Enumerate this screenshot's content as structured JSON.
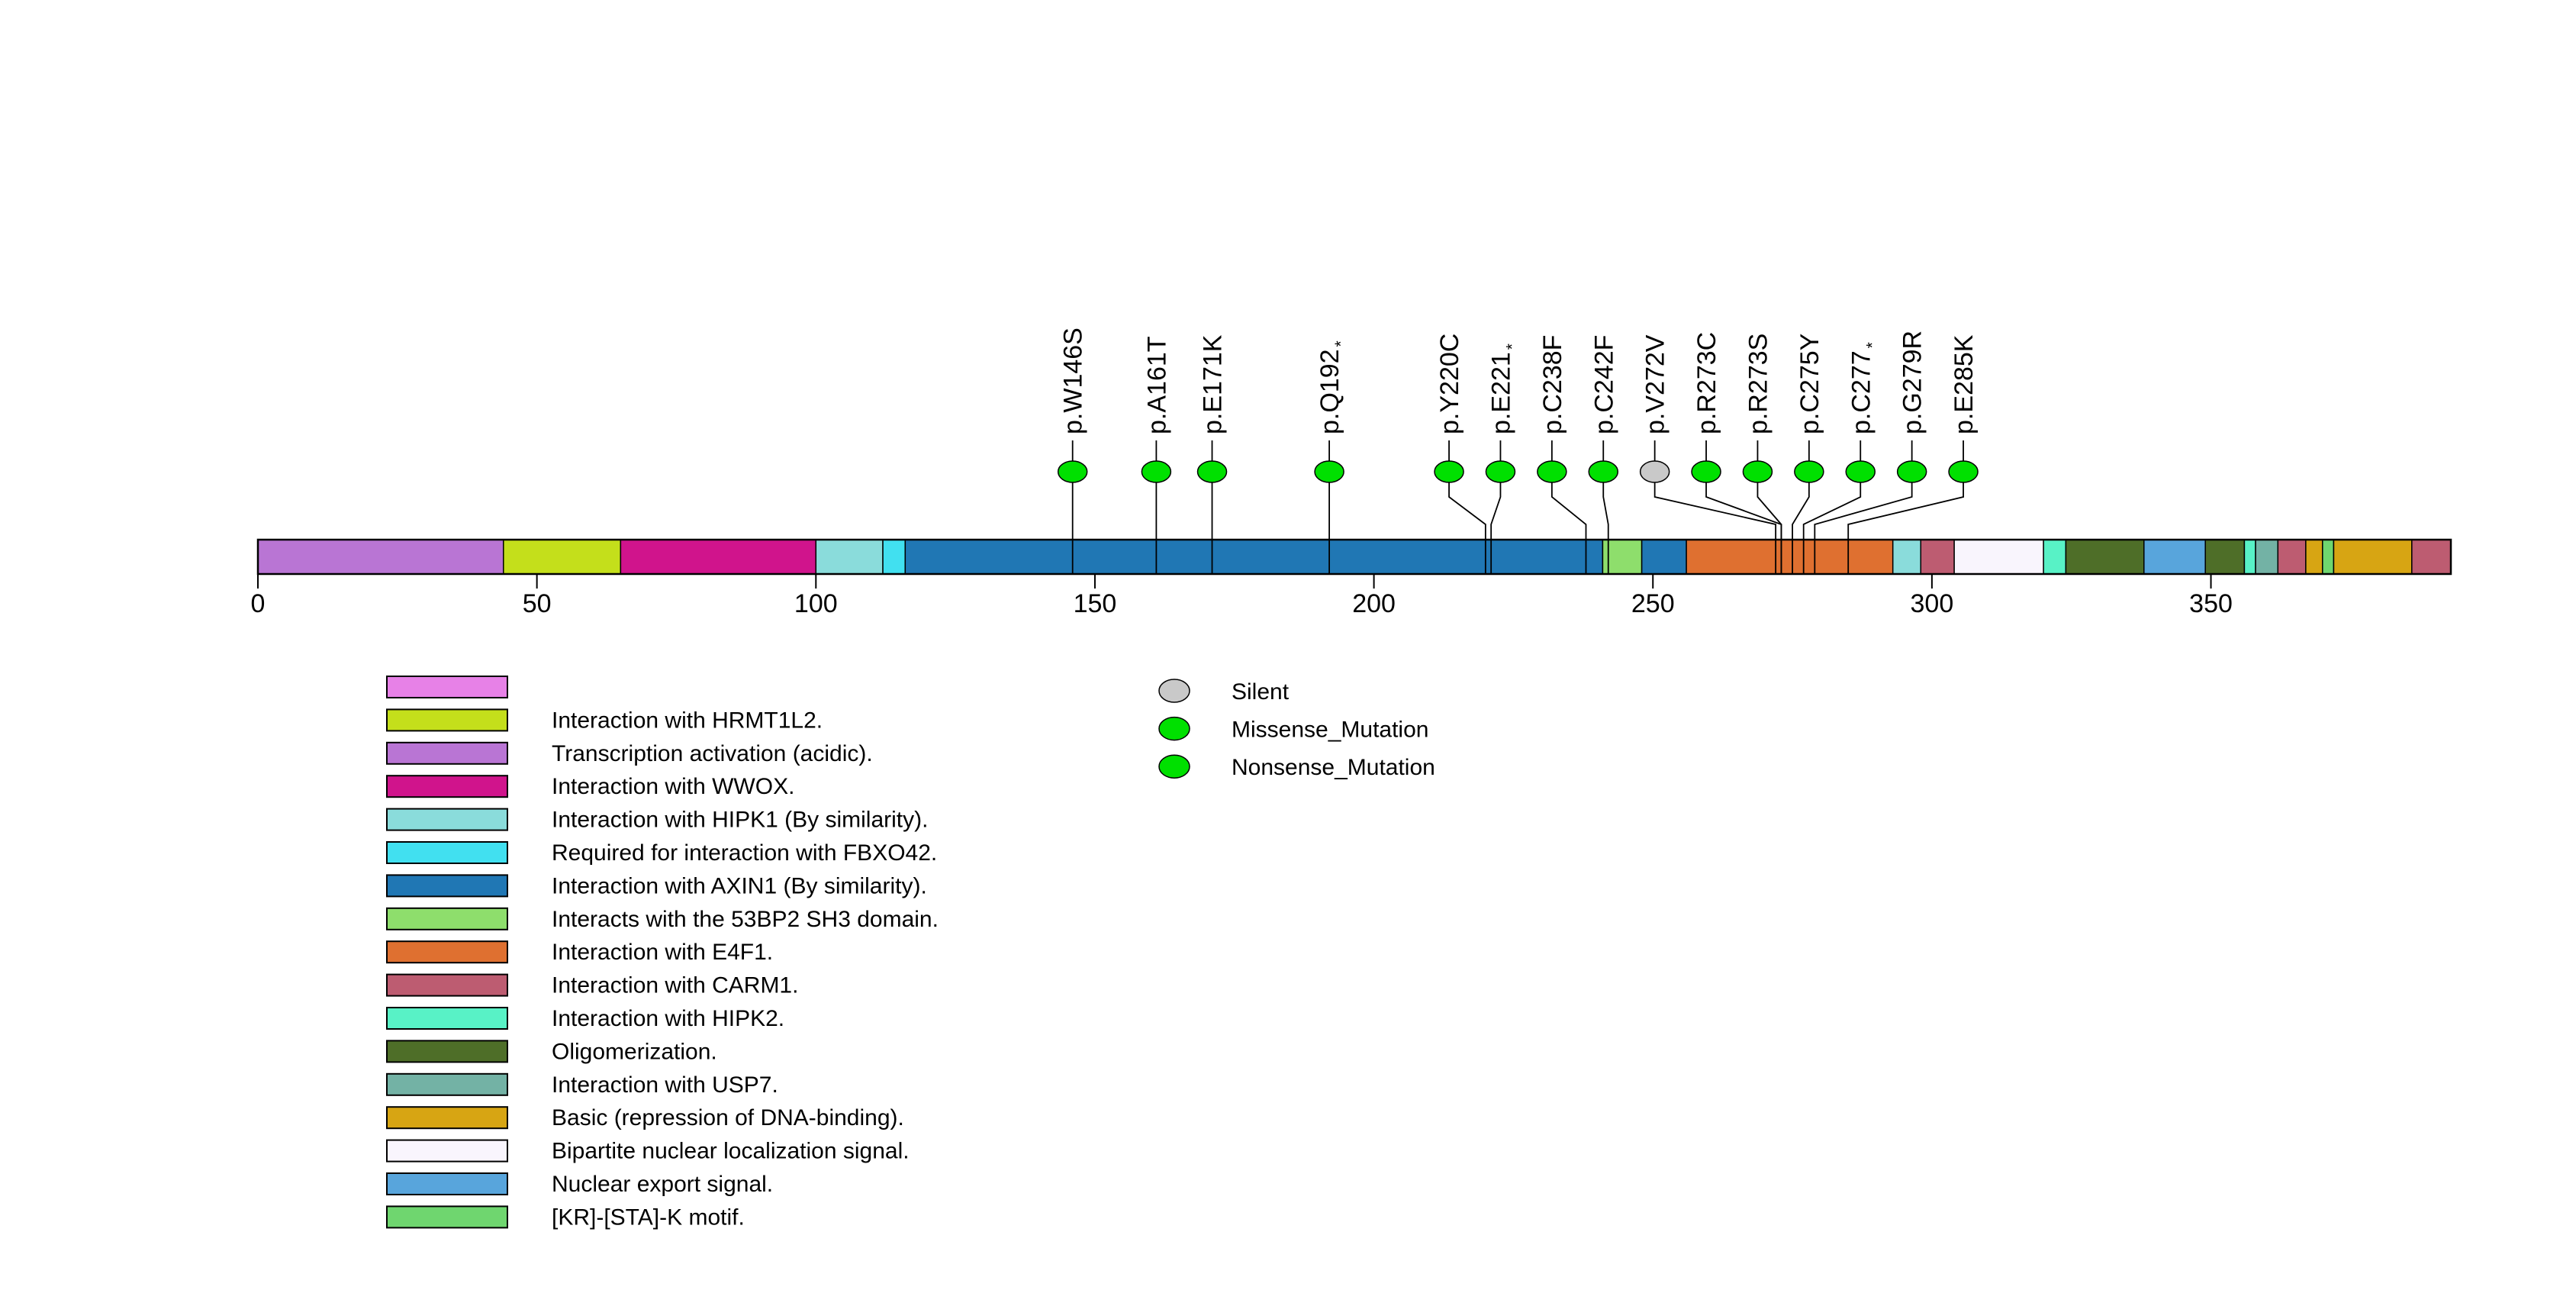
{
  "chart_data": {
    "type": "lollipop",
    "title": "",
    "protein_length": 393,
    "x_ticks": [
      0,
      50,
      100,
      150,
      200,
      250,
      300,
      350
    ],
    "axis_range": [
      0,
      393
    ],
    "grid": false,
    "mutation_types": {
      "Silent": "#C9C9C9",
      "Missense_Mutation": "#00E000",
      "Nonsense_Mutation": "#00E000"
    },
    "mutations": [
      {
        "protein_change": "p.W146S",
        "position": 146,
        "type": "Missense_Mutation"
      },
      {
        "protein_change": "p.A161T",
        "position": 161,
        "type": "Missense_Mutation"
      },
      {
        "protein_change": "p.E171K",
        "position": 171,
        "type": "Missense_Mutation"
      },
      {
        "protein_change": "p.Q192*",
        "position": 192,
        "type": "Nonsense_Mutation"
      },
      {
        "protein_change": "p.Y220C",
        "position": 220,
        "type": "Missense_Mutation"
      },
      {
        "protein_change": "p.E221*",
        "position": 221,
        "type": "Nonsense_Mutation"
      },
      {
        "protein_change": "p.C238F",
        "position": 238,
        "type": "Missense_Mutation"
      },
      {
        "protein_change": "p.C242F",
        "position": 242,
        "type": "Missense_Mutation"
      },
      {
        "protein_change": "p.V272V",
        "position": 272,
        "type": "Silent"
      },
      {
        "protein_change": "p.R273C",
        "position": 273,
        "type": "Missense_Mutation"
      },
      {
        "protein_change": "p.R273S",
        "position": 273,
        "type": "Missense_Mutation"
      },
      {
        "protein_change": "p.C275Y",
        "position": 275,
        "type": "Missense_Mutation"
      },
      {
        "protein_change": "p.C277*",
        "position": 277,
        "type": "Nonsense_Mutation"
      },
      {
        "protein_change": "p.G279R",
        "position": 279,
        "type": "Missense_Mutation"
      },
      {
        "protein_change": "p.E285K",
        "position": 285,
        "type": "Missense_Mutation"
      }
    ],
    "domains": [
      {
        "start": 0,
        "end": 44,
        "label": "Transcription activation (acidic).",
        "color": "#B975D4"
      },
      {
        "start": 44,
        "end": 65,
        "label": "Interaction with HRMT1L2.",
        "color": "#C4DF1B"
      },
      {
        "start": 65,
        "end": 100,
        "label": "Interaction with WWOX.",
        "color": "#D0148C"
      },
      {
        "start": 100,
        "end": 112,
        "label": "Interaction with HIPK1 (By similarity).",
        "color": "#8ADCDB"
      },
      {
        "start": 112,
        "end": 116,
        "label": "Required for interaction with FBXO42.",
        "color": "#41E0F0"
      },
      {
        "start": 116,
        "end": 241,
        "label": "Interaction with AXIN1 (By similarity).",
        "color": "#2077B4"
      },
      {
        "start": 241,
        "end": 248,
        "label": "Interacts with the 53BP2 SH3 domain.",
        "color": "#8EDE6C"
      },
      {
        "start": 248,
        "end": 256,
        "label": "Interaction with AXIN1 (By similarity).",
        "color": "#2077B4"
      },
      {
        "start": 256,
        "end": 293,
        "label": "Interaction with E4F1.",
        "color": "#DF7030"
      },
      {
        "start": 293,
        "end": 298,
        "label": "Interaction with HIPK1 (By similarity).",
        "color": "#8ADCDB"
      },
      {
        "start": 298,
        "end": 304,
        "label": "Interaction with CARM1.",
        "color": "#BD5C71"
      },
      {
        "start": 304,
        "end": 320,
        "label": "Bipartite nuclear localization signal.",
        "color": "#F9F5FD"
      },
      {
        "start": 320,
        "end": 324,
        "label": "Interaction with HIPK2.",
        "color": "#58F2C6"
      },
      {
        "start": 324,
        "end": 338,
        "label": "Oligomerization.",
        "color": "#4E6E28"
      },
      {
        "start": 338,
        "end": 349,
        "label": "Nuclear export signal.",
        "color": "#58A5DC"
      },
      {
        "start": 349,
        "end": 356,
        "label": "Oligomerization.",
        "color": "#4E6E28"
      },
      {
        "start": 356,
        "end": 358,
        "label": "Interaction with HIPK2.",
        "color": "#58F2C6"
      },
      {
        "start": 358,
        "end": 362,
        "label": "Interaction with USP7.",
        "color": "#73B2A5"
      },
      {
        "start": 362,
        "end": 367,
        "label": "Interaction with CARM1.",
        "color": "#BD5C71"
      },
      {
        "start": 367,
        "end": 370,
        "label": "Basic (repression of DNA-binding).",
        "color": "#D7A513"
      },
      {
        "start": 370,
        "end": 372,
        "label": "[KR]-[STA]-K motif.",
        "color": "#6FD66F"
      },
      {
        "start": 372,
        "end": 386,
        "label": "Basic (repression of DNA-binding).",
        "color": "#D7A513"
      },
      {
        "start": 386,
        "end": 393,
        "label": "Interaction with CARM1.",
        "color": "#BD5C71"
      }
    ],
    "domain_legend": [
      {
        "label": "",
        "color": "#E781E7"
      },
      {
        "label": "Interaction with HRMT1L2.",
        "color": "#C4DF1B"
      },
      {
        "label": "Transcription activation (acidic).",
        "color": "#B975D4"
      },
      {
        "label": "Interaction with WWOX.",
        "color": "#D0148C"
      },
      {
        "label": "Interaction with HIPK1 (By similarity).",
        "color": "#8ADCDB"
      },
      {
        "label": "Required for interaction with FBXO42.",
        "color": "#41E0F0"
      },
      {
        "label": "Interaction with AXIN1 (By similarity).",
        "color": "#2077B4"
      },
      {
        "label": "Interacts with the 53BP2 SH3 domain.",
        "color": "#8EDE6C"
      },
      {
        "label": "Interaction with E4F1.",
        "color": "#DF7030"
      },
      {
        "label": "Interaction with CARM1.",
        "color": "#BD5C71"
      },
      {
        "label": "Interaction with HIPK2.",
        "color": "#58F2C6"
      },
      {
        "label": "Oligomerization.",
        "color": "#4E6E28"
      },
      {
        "label": "Interaction with USP7.",
        "color": "#73B2A5"
      },
      {
        "label": "Basic (repression of DNA-binding).",
        "color": "#D7A513"
      },
      {
        "label": "Bipartite nuclear localization signal.",
        "color": "#F9F5FD"
      },
      {
        "label": "Nuclear export signal.",
        "color": "#58A5DC"
      },
      {
        "label": "[KR]-[STA]-K motif.",
        "color": "#6FD66F"
      }
    ],
    "type_legend": [
      {
        "label": "Silent",
        "color": "#C9C9C9"
      },
      {
        "label": "Missense_Mutation",
        "color": "#00E000"
      },
      {
        "label": "Nonsense_Mutation",
        "color": "#00E000"
      }
    ]
  }
}
